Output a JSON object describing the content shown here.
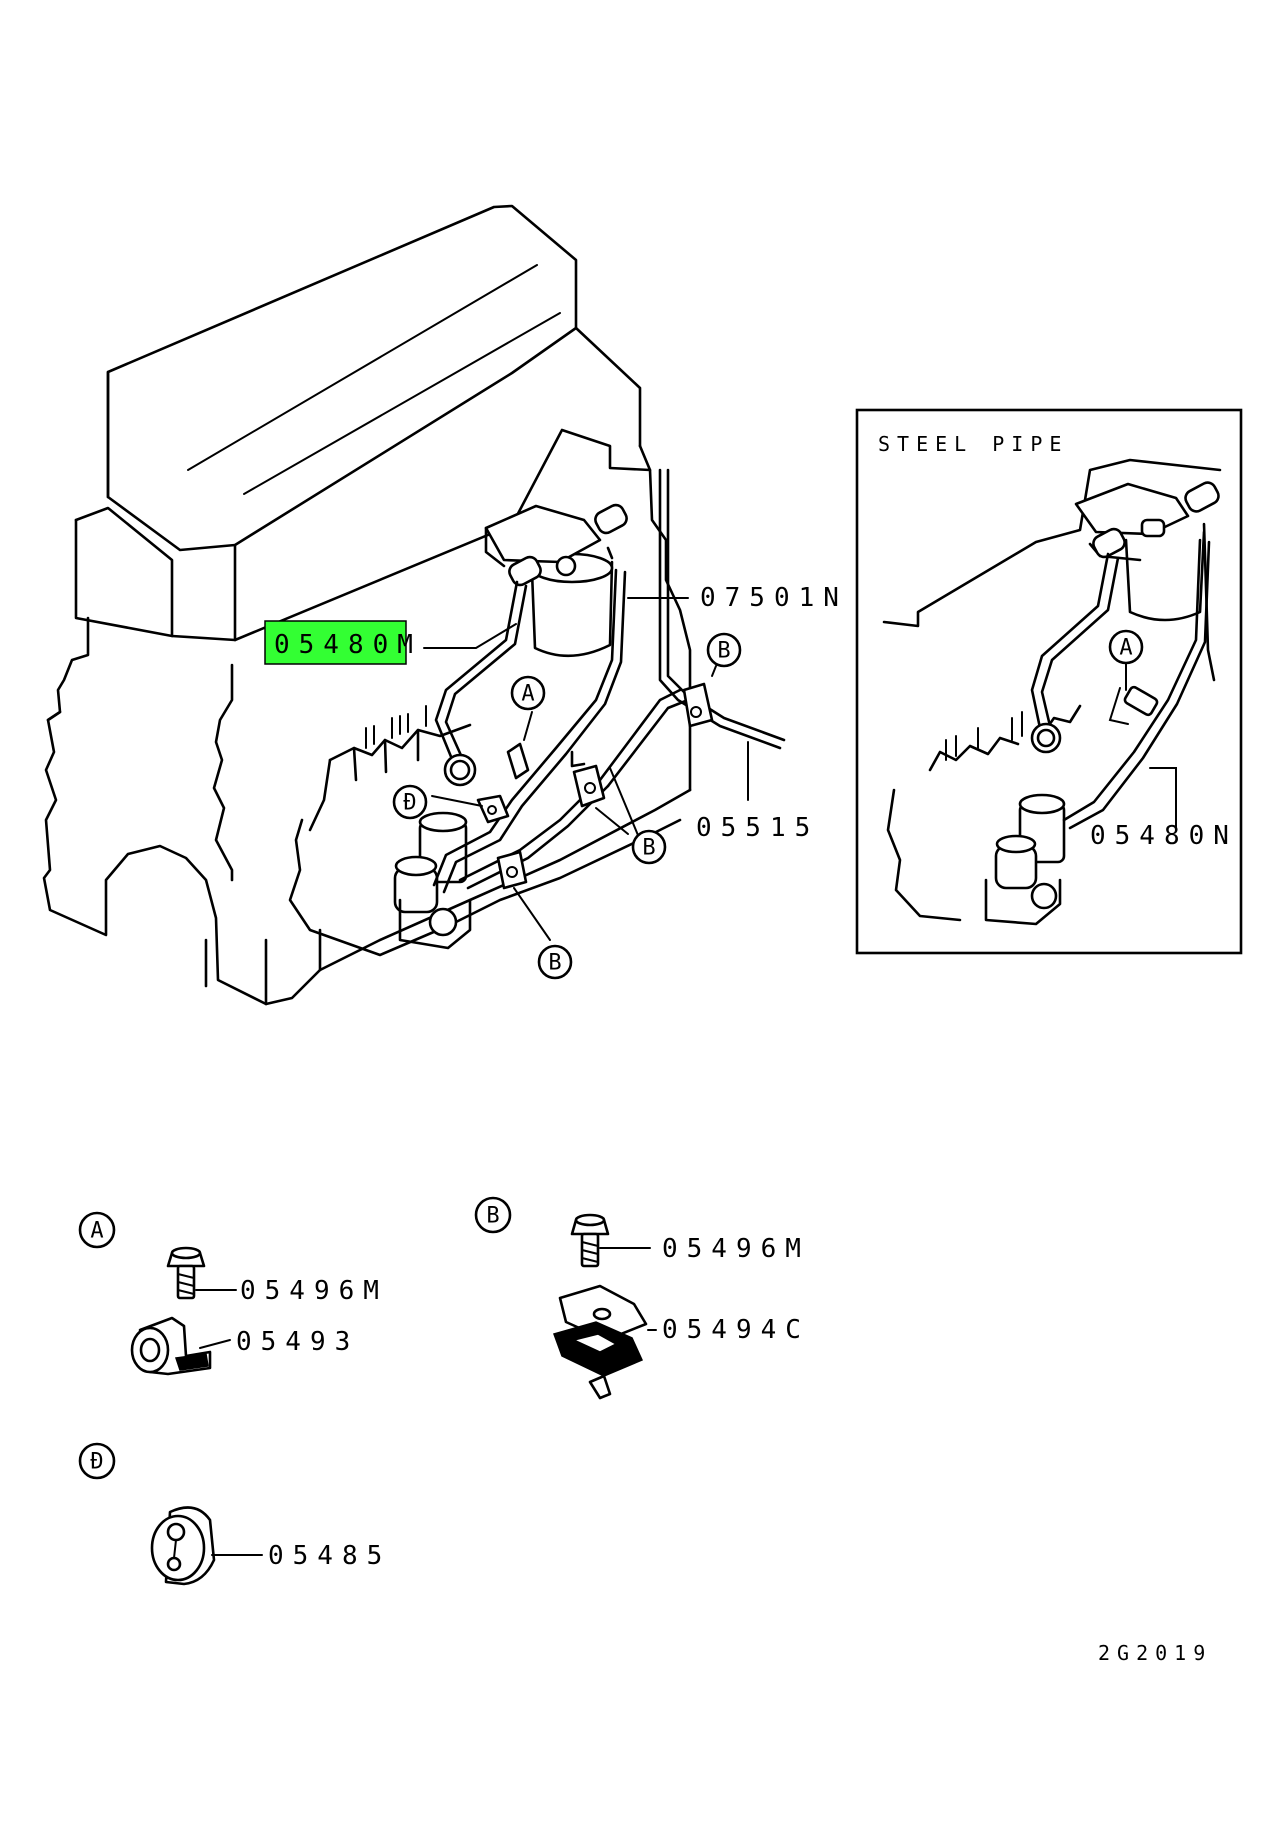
{
  "callouts": {
    "highlighted": "05480M",
    "filter": "07501N",
    "return_pipe": "05515",
    "inset_pipe": "05480N"
  },
  "inset": {
    "title": "STEEL PIPE"
  },
  "markers": {
    "a": "A",
    "b": "B",
    "d": "Đ"
  },
  "details": {
    "a": {
      "marker": "A",
      "bolt": "05496M",
      "clamp": "05493"
    },
    "b": {
      "marker": "B",
      "bolt": "05496M",
      "clamp": "05494C"
    },
    "d": {
      "marker": "Đ",
      "clamp": "05485"
    }
  },
  "figure_code": "2G2019",
  "colors": {
    "highlight": "#33ff33",
    "line": "#000000",
    "background": "#ffffff"
  }
}
